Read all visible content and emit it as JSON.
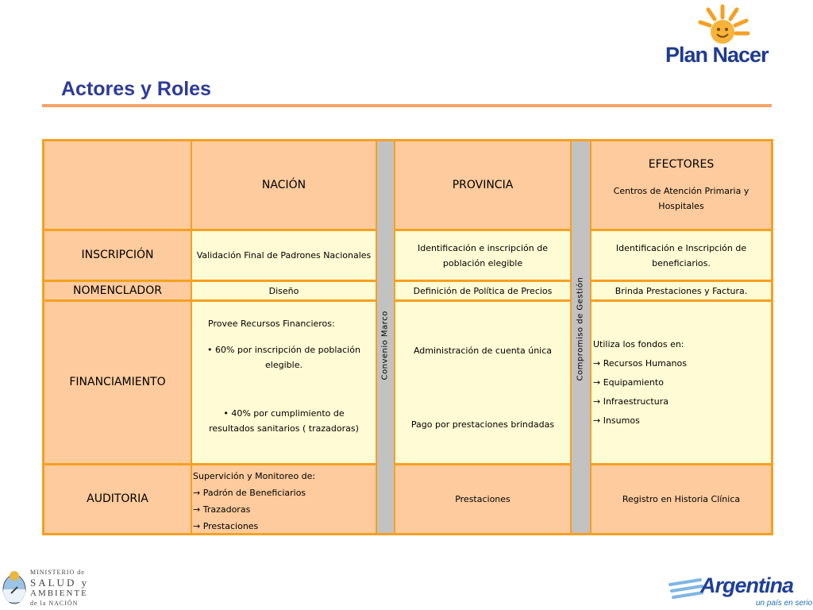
{
  "header": {
    "title": "Actores y Roles",
    "logo_text": "Plan Nacer"
  },
  "columns": {
    "nacion": "NACIÓN",
    "provincia": "PROVINCIA",
    "efectores": "EFECTORES",
    "efectores_sub": "Centros de Atención Primaria y Hospitales"
  },
  "separators": {
    "convenio": "Convenio Marco",
    "compromiso": "Compromiso de Gestión"
  },
  "rows": {
    "inscripcion": {
      "label": "INSCRIPCIÓN",
      "nacion": "Validación Final de Padrones Nacionales",
      "provincia": "Identificación e inscripción de población elegible",
      "efectores": "Identificación e Inscripción de beneficiarios."
    },
    "nomenclador": {
      "label": "NOMENCLADOR",
      "nacion": "Diseño",
      "provincia": "Definición de Política de Precios",
      "efectores": "Brinda Prestaciones y Factura."
    },
    "financiamiento": {
      "label": "FINANCIAMIENTO",
      "nacion_title": "Provee Recursos Financieros:",
      "nacion_b1": "• 60% por inscripción de población elegible.",
      "nacion_b2": "• 40% por cumplimiento de resultados sanitarios ( trazadoras)",
      "provincia_1": "Administración de cuenta única",
      "provincia_2": "Pago por prestaciones brindadas",
      "efectores_title": "Utiliza los fondos en:",
      "efectores_items": [
        "→ Recursos Humanos",
        "→ Equipamiento",
        "→ Infraestructura",
        "→ Insumos"
      ]
    },
    "auditoria": {
      "label": "AUDITORIA",
      "nacion_title": "Supervición y Monitoreo de:",
      "nacion_items": [
        "→ Padrón de Beneficiarios",
        "→ Trazadoras",
        "→ Prestaciones"
      ],
      "provincia": "Prestaciones",
      "efectores": "Registro en Historia Clínica"
    }
  },
  "footer": {
    "ministerio_1": "MINISTERIO de",
    "ministerio_2": "SALUD y",
    "ministerio_3": "AMBIENTE",
    "ministerio_4": "de la NACIÓN",
    "argentina": "Argentina",
    "argentina_sub": "un país en serio"
  },
  "colors": {
    "title": "#2e3a9a",
    "border": "#f5a023",
    "peach": "#fdcb9d",
    "cream": "#fffbd4",
    "separator": "#c2c2c2"
  }
}
